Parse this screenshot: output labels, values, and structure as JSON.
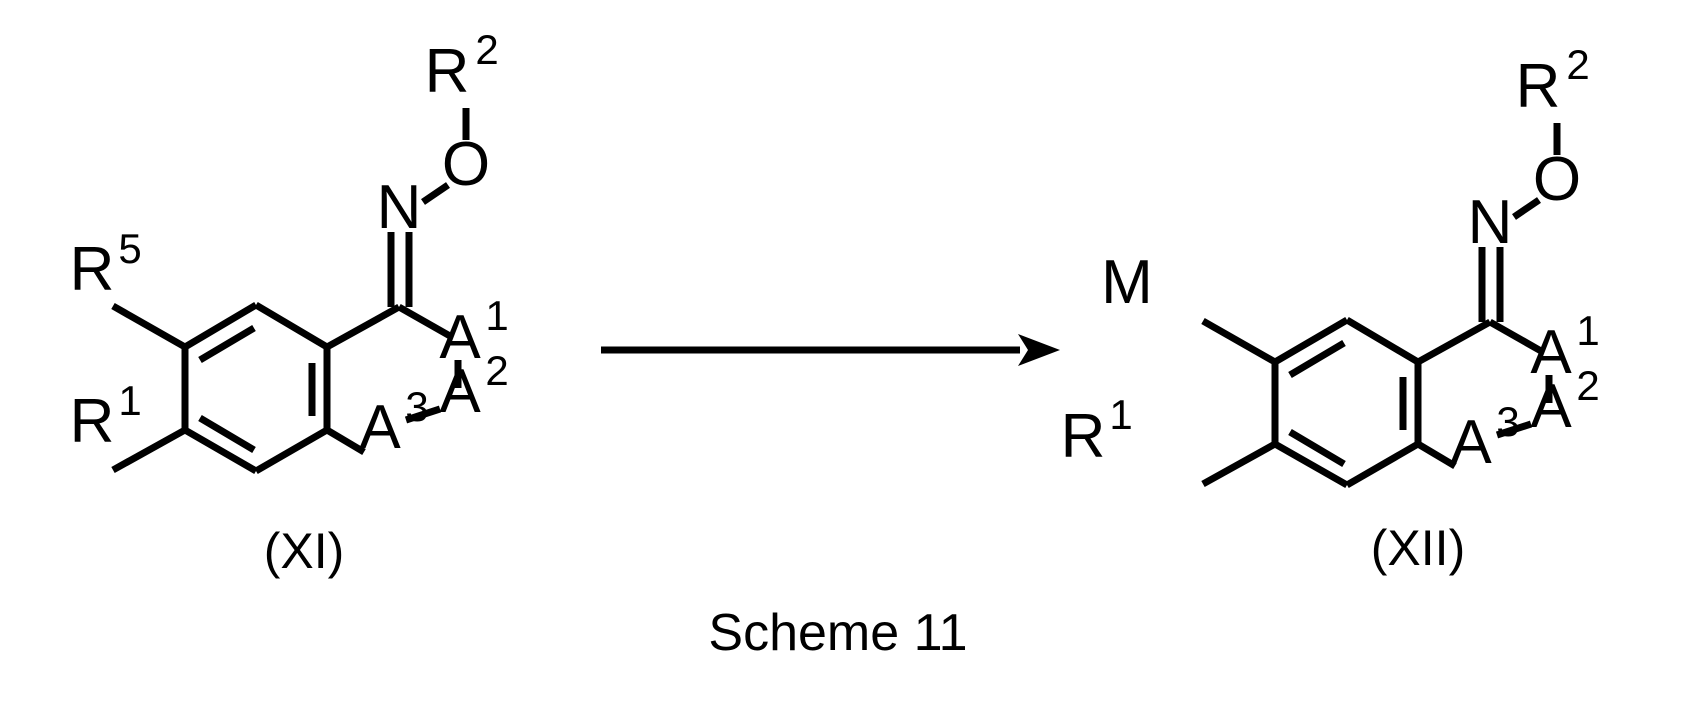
{
  "figure": {
    "title": "Scheme 11",
    "domain": "chemical-reaction-scheme",
    "background_color": "#ffffff",
    "line_color": "#000000"
  },
  "reactant": {
    "caption": "(XI)",
    "labels": {
      "r5": "R",
      "r5_sup": "5",
      "r1": "R",
      "r1_sup": "1",
      "r2": "R",
      "r2_sup": "2",
      "o": "O",
      "n": "N",
      "a1": "A",
      "a1_sup": "1",
      "a2": "A",
      "a2_sup": "2",
      "a3": "A",
      "a3_sup": "3"
    }
  },
  "arrow": {
    "direction": "right",
    "label": ""
  },
  "product": {
    "caption": "(XII)",
    "labels": {
      "m": "M",
      "r1": "R",
      "r1_sup": "1",
      "r2": "R",
      "r2_sup": "2",
      "o": "O",
      "n": "N",
      "a1": "A",
      "a1_sup": "1",
      "a2": "A",
      "a2_sup": "2",
      "a3": "A",
      "a3_sup": "3"
    }
  }
}
